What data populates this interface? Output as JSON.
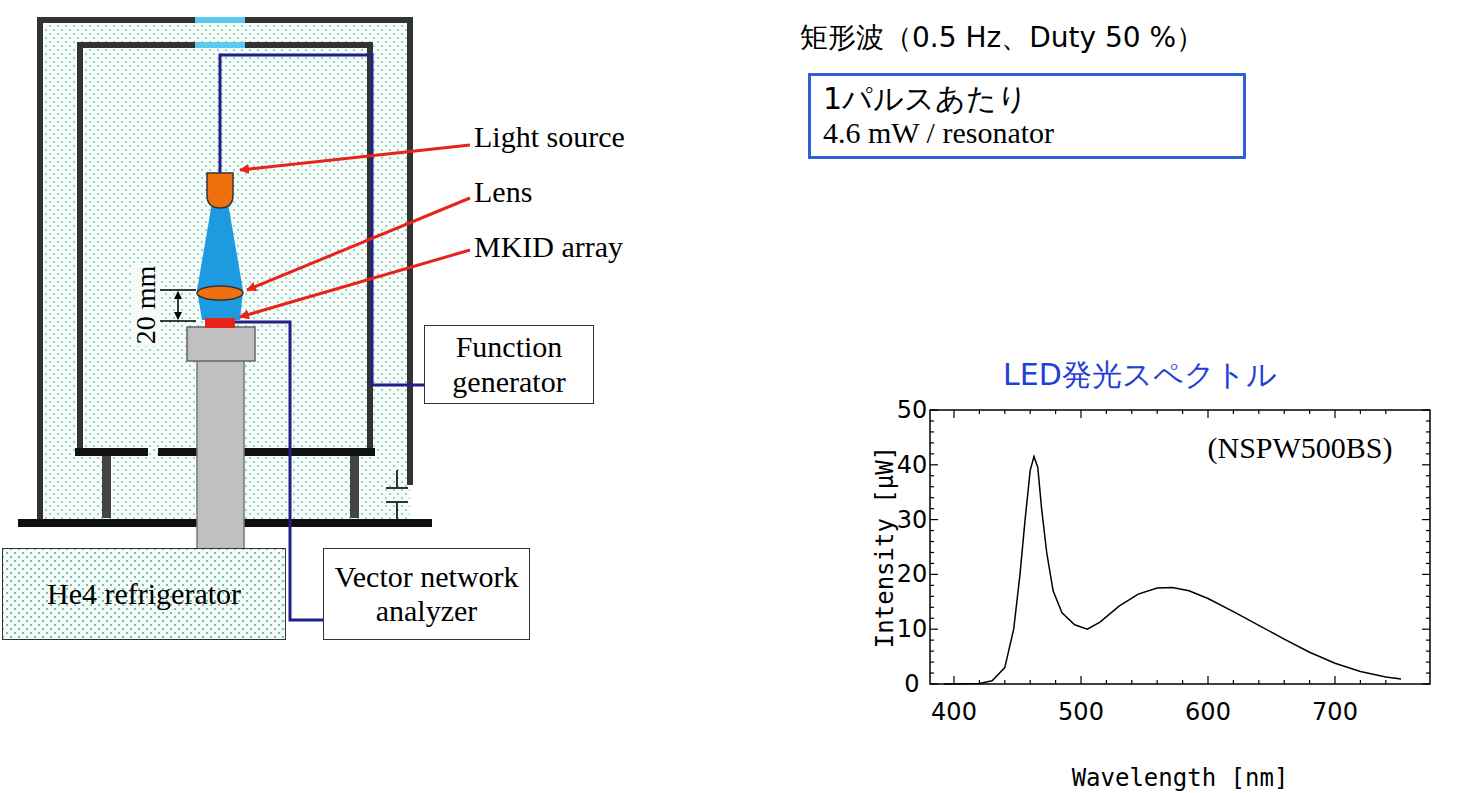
{
  "diagram": {
    "nodes": [
      {
        "text": [
          "Function generator"
        ]
      },
      {
        "text": [
          "He4 refrigerator"
        ]
      },
      {
        "text": [
          "Vector network analyzer"
        ]
      },
      {
        "text": [
          "1パルスあたり",
          "4.6 mW / resonator"
        ]
      }
    ],
    "labels": [
      "Light source",
      "Lens",
      "MKID array",
      "20 mm",
      "矩形波（0.5 Hz、Duty 50 %）",
      "LED発光スペクトル",
      "(NSPW500BS)",
      "Intensity [μW]",
      "Wavelength [nm]",
      "0",
      "10",
      "20",
      "30",
      "40",
      "50",
      "400",
      "500",
      "600",
      "700"
    ]
  }
}
